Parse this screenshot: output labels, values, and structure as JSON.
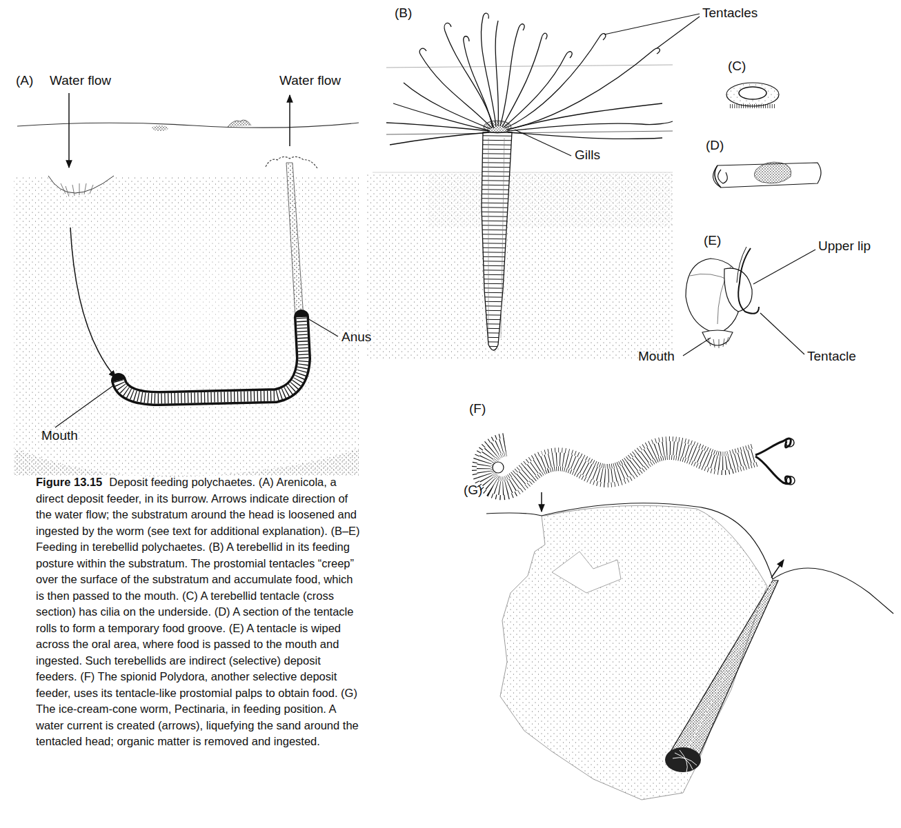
{
  "diagram": {
    "title": "Figure 13.15",
    "caption": "Deposit feeding polychaetes. (A) Arenicola, a direct deposit feeder, in its burrow. Arrows indicate direction of the water flow; the substratum around the head is loosened and ingested by the worm (see text for additional explanation). (B–E) Feeding in terebellid polychaetes. (B) A terebellid in its feeding posture within the substratum. The prostomial tentacles “creep” over the surface of the substratum and accumulate food, which is then passed to the mouth. (C) A terebellid tentacle (cross section) has cilia on the underside. (D) A section of the tentacle rolls to form a temporary food groove. (E) A tentacle is wiped across the oral area, where food is passed to the mouth and ingested. Such terebellids are indirect (selective) deposit feeders. (F) The spionid Polydora, another selective deposit feeder, uses its tentacle-like prostomial palps to obtain food. (G) The ice-cream-cone worm, Pectinaria, in feeding position. A water current is created (arrows), liquefying the sand around the tentacled head; organic matter is removed and ingested.",
    "labels": [
      "(A)",
      "Water flow",
      "Water flow",
      "Anus",
      "Mouth",
      "(B)",
      "Tentacles",
      "Gills",
      "(C)",
      "(D)",
      "(E)",
      "Upper lip",
      "Mouth",
      "Tentacle",
      "(F)",
      "(G)"
    ]
  }
}
